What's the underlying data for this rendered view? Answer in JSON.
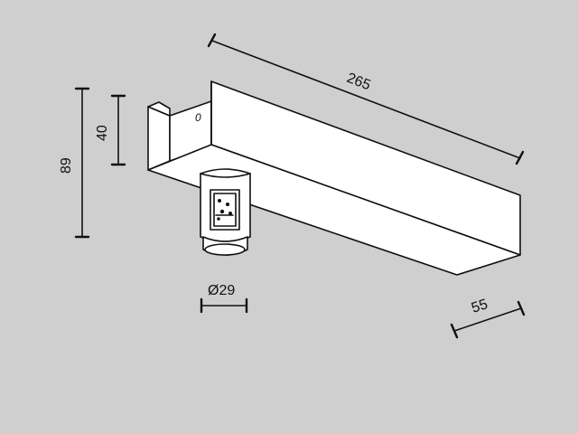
{
  "dimensions": {
    "length": "265",
    "height_total": "89",
    "height_body": "40",
    "diameter": "Ø29",
    "width": "55"
  },
  "body_marking": "0",
  "colors": {
    "background": "#cfcfcf",
    "line": "#111111",
    "fill": "#ffffff"
  }
}
